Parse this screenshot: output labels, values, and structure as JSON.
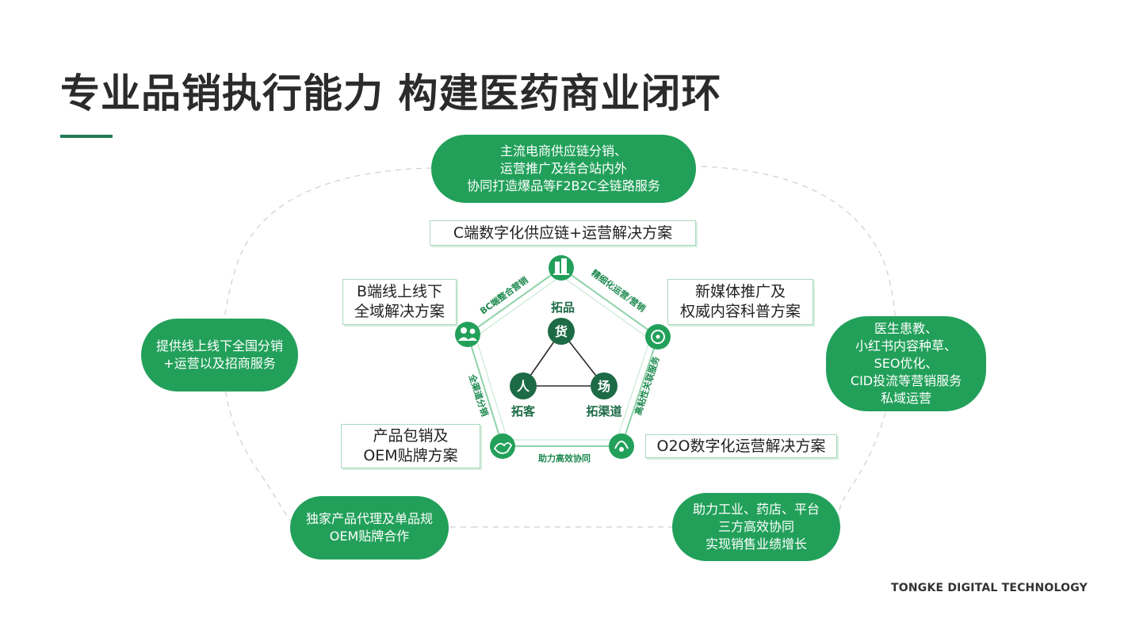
{
  "title": "专业品销执行能力 构建医药商业闭环",
  "footer": "TONGKE DIGITAL TECHNOLOGY",
  "colors": {
    "accent": "#22a05a",
    "dark_green": "#1d6b46",
    "title": "#2b2b2b"
  },
  "outer_pills": {
    "top": [
      "主流电商供应链分销、",
      "运营推广及结合站内外",
      "协同打造爆品等F2B2C全链路服务"
    ],
    "left": [
      "提供线上线下全国分销",
      "+运营以及招商服务"
    ],
    "right": [
      "医生患教、",
      "小红书内容种草、",
      "SEO优化、",
      "CID投流等营销服务",
      "私域运营"
    ],
    "bottom_left": [
      "独家产品代理及单品规",
      "OEM贴牌合作"
    ],
    "bottom_right": [
      "助力工业、药店、平台",
      "三方高效协同",
      "实现销售业绩增长"
    ]
  },
  "solution_boxes": {
    "c_end": [
      "C端数字化供应链+运营解决方案"
    ],
    "b_end": [
      "B端线上线下",
      "全域解决方案"
    ],
    "new_media": [
      "新媒体推广及",
      "权威内容科普方案"
    ],
    "product": [
      "产品包销及",
      "OEM贴牌方案"
    ],
    "o2o": [
      "O2O数字化运营解决方案"
    ]
  },
  "edge_labels": {
    "top_left": "BC端整合营销",
    "top_right": "精细化运营/营销",
    "right": "高粘性关联服务",
    "bottom": "助力高效协同",
    "left": "全渠道分销"
  },
  "core": {
    "goods_label": "拓品",
    "goods_char": "货",
    "people_char": "人",
    "people_label": "拓客",
    "place_char": "场",
    "place_label": "拓渠道"
  },
  "icons": {
    "top": "building-icon",
    "left": "people-icon",
    "right": "network-icon",
    "bottom_left": "handshake-icon",
    "bottom_right": "service-icon"
  }
}
